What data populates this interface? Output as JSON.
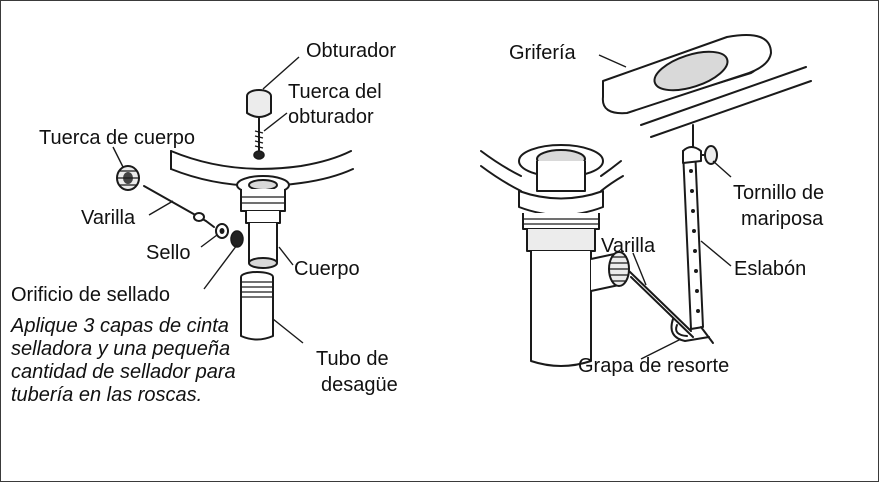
{
  "labels": {
    "obturador": "Obturador",
    "tuerca_obturador_1": "Tuerca del",
    "tuerca_obturador_2": "obturador",
    "tuerca_cuerpo": "Tuerca de cuerpo",
    "varilla_left": "Varilla",
    "sello": "Sello",
    "cuerpo": "Cuerpo",
    "orificio": "Orificio de sellado",
    "tubo_1": "Tubo de",
    "tubo_2": "desagüe",
    "griferia": "Grifería",
    "tornillo_1": "Tornillo de",
    "tornillo_2": "mariposa",
    "varilla_right": "Varilla",
    "eslabon": "Eslabón",
    "grapa": "Grapa de resorte"
  },
  "note": "Aplique 3 capas de cinta selladora y una pequeña cantidad de sellador para tubería en las roscas."
}
